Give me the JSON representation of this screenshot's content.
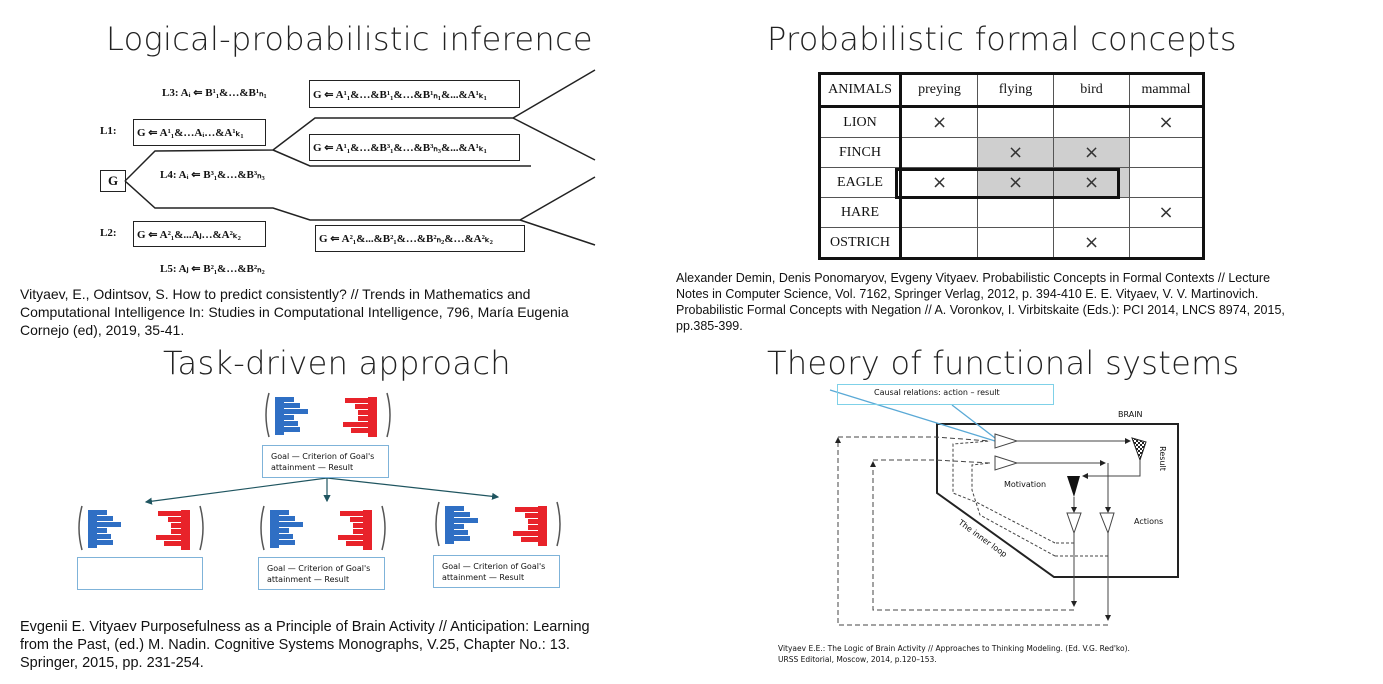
{
  "titles": {
    "q1": "Logical-probabilistic inference",
    "q2": "Probabilistic formal concepts",
    "q3": "Task-driven approach",
    "q4": "Theory of functional systems"
  },
  "inference": {
    "l3": "L3: Aᵢ ⇐ B¹₁&…&B¹ₙ₁",
    "l1_label": "L1:",
    "l1_box": "G ⇐ A¹₁&…Aᵢ…&A¹ₖ₁",
    "l4": "L4: Aᵢ ⇐ B³₁&…&B³ₙ₃",
    "g": "G",
    "l2_label": "L2:",
    "l2_box": "G ⇐ A²₁&...Aⱼ…&A²ₖ₂",
    "l5": "L5: Aⱼ ⇐ B²₁&…&B²ₙ₂",
    "box_top": "G ⇐ A¹₁&…&B¹₁&…&B¹ₙ₁&...&A¹ₖ₁",
    "box_mid": "G ⇐ A¹₁&…&B³₁&…&B³ₙ₃&...&A¹ₖ₁",
    "box_bot": "G ⇐ A²₁&...&B²₁&…&B²ₙ₂&…&A²ₖ₂"
  },
  "citations": {
    "q1": [
      "Vityaev, E., Odintsov, S. How to predict consistently? // Trends in Mathematics and",
      "Computational Intelligence In: Studies in Computational Intelligence, 796, María Eugenia",
      "Cornejo (ed), 2019, 35-41."
    ],
    "q2": [
      "Alexander Demin, Denis Ponomaryov, Evgeny Vityaev. Probabilistic Concepts in Formal Contexts // Lecture",
      "Notes in Computer Science, Vol. 7162, Springer Verlag, 2012, p. 394-410 E. E. Vityaev, V. V. Martinovich.",
      "Probabilistic Formal Concepts with Negation // A. Voronkov, I. Virbitskaite (Eds.): PCI 2014, LNCS 8974, 2015,",
      "pp.385-399."
    ],
    "q3": [
      "Evgenii E. Vityaev Purposefulness as a Principle of Brain Activity // Anticipation: Learning",
      "from the Past, (ed.) M. Nadin. Cognitive Systems Monographs, V.25, Chapter No.: 13.",
      "Springer, 2015, pp. 231-254."
    ],
    "q4": [
      "Vityaev E.E.: The Logic of Brain Activity // Approaches to Thinking Modeling. (Ed. V.G. Red'ko).",
      "URSS Editorial, Moscow, 2014, p.120–153."
    ]
  },
  "formal_context": {
    "headers": [
      "ANIMALS",
      "preying",
      "flying",
      "bird",
      "mammal"
    ],
    "mark": "×",
    "rows": [
      {
        "name": "LION",
        "cells": [
          true,
          false,
          false,
          true
        ]
      },
      {
        "name": "FINCH",
        "cells": [
          false,
          true,
          true,
          false
        ]
      },
      {
        "name": "EAGLE",
        "cells": [
          true,
          true,
          true,
          false
        ]
      },
      {
        "name": "HARE",
        "cells": [
          false,
          false,
          false,
          true
        ]
      },
      {
        "name": "OSTRICH",
        "cells": [
          false,
          false,
          true,
          false
        ]
      }
    ]
  },
  "task": {
    "goal_text_1": "Goal — Criterion of Goal's",
    "goal_text_2": "attainment — Result"
  },
  "functional": {
    "causal": "Causal relations: action – result",
    "brain": "BRAIN",
    "result": "Result",
    "motivation": "Motivation",
    "actions": "Actions",
    "inner_loop": "The inner loop"
  },
  "colors": {
    "blue": "#2f6fc4",
    "red": "#e8232a",
    "box_border": "#7fb3d9",
    "causal_line": "#5aa9d6"
  }
}
